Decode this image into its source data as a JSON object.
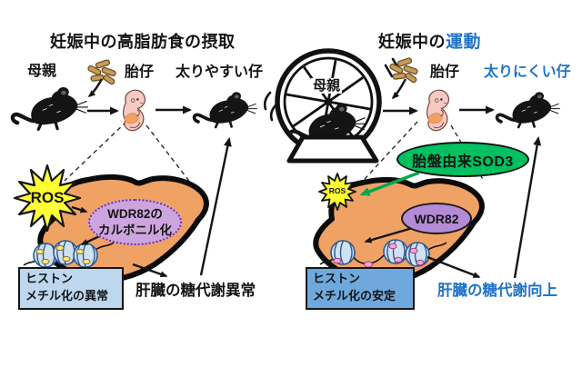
{
  "figure": {
    "left": {
      "title": "妊娠中の高脂肪食の摂取",
      "mother": "母親",
      "fetus": "胎仔",
      "offspring": "太りやすい仔",
      "ros": "ROS",
      "wdr82_line1": "WDR82の",
      "wdr82_line2": "カルボニル化",
      "histone_line1": "ヒストン",
      "histone_line2": "メチル化の異常",
      "outcome": "肝臓の糖代謝異常"
    },
    "right": {
      "title_prefix": "妊娠中の",
      "title_em": "運動",
      "mother": "母親",
      "fetus": "胎仔",
      "offspring": "太りにくい仔",
      "sod3": "胎盤由来SOD3",
      "ros": "ROS",
      "wdr82": "WDR82",
      "histone_line1": "ヒストン",
      "histone_line2": "メチル化の安定",
      "outcome": "肝臓の糖代謝向上"
    },
    "colors": {
      "accent_blue": "#2173C6",
      "liver_orange": "#F0A264",
      "ros_yellow": "#FFFF33",
      "sod3_green": "#00C05F",
      "wdr82_purple_light": "#CDA5DE",
      "wdr82_purple": "#B48BD6",
      "histone_box_light_blue": "#BDD7EE",
      "histone_box_blue": "#6FA8DC",
      "green_arrow": "#00A850"
    }
  }
}
